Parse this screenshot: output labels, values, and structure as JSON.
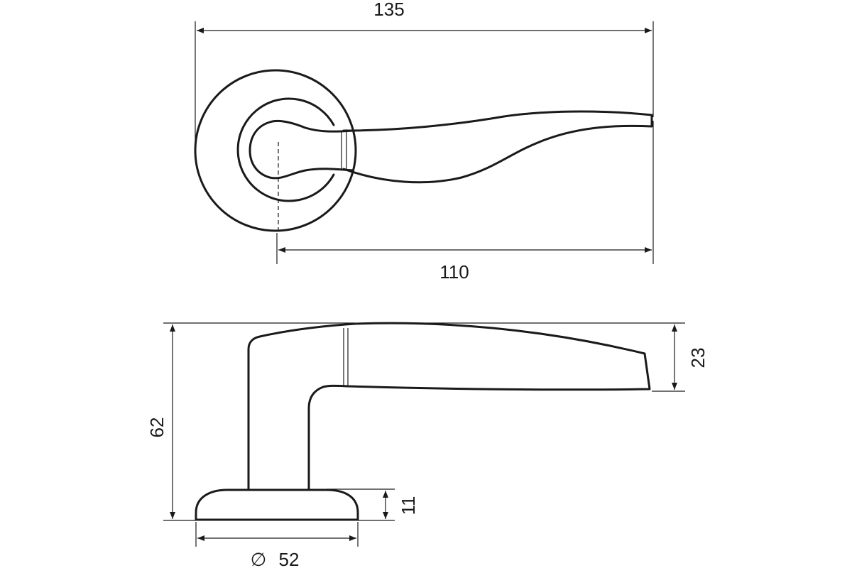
{
  "dimensions": {
    "top_overall_length": "135",
    "top_lever_length": "110",
    "side_height": "62",
    "side_lever_height": "23",
    "side_rose_height": "11",
    "rose_diameter_symbol": "∅",
    "rose_diameter_value": "52"
  },
  "colors": {
    "line": "#1a1a1a",
    "background": "#ffffff"
  }
}
